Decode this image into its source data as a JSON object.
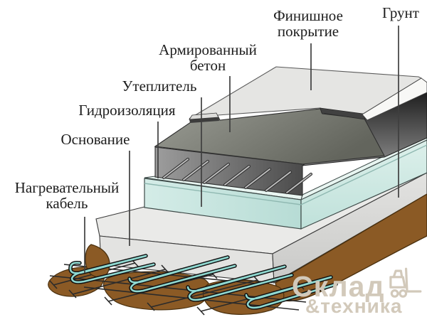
{
  "labels": {
    "finish_coating": {
      "line1": "Финишное",
      "line2": "покрытие"
    },
    "soil": {
      "text": "Грунт"
    },
    "reinforced_concrete": {
      "line1": "Армированный",
      "line2": "бетон"
    },
    "insulation": {
      "text": "Утеплитель"
    },
    "waterproofing": {
      "text": "Гидроизоляция"
    },
    "base": {
      "text": "Основание"
    },
    "heating_cable": {
      "line1": "Нагревательный",
      "line2": "кабель"
    }
  },
  "watermark": {
    "line1": "Склад",
    "line2": "&техника"
  },
  "colors": {
    "finish_slab_gray": "#e5e5e3",
    "concrete_dark": "#2a2a2a",
    "insulation_teal": "#cde8e2",
    "base_gray": "#e2e2e0",
    "soil_brown": "#8b5a25",
    "cable_teal": "#8fd8d0",
    "pointer_line": "#3f3f3f",
    "label_text": "#1d1d1d",
    "watermark_beige": "#d2c9ba"
  }
}
